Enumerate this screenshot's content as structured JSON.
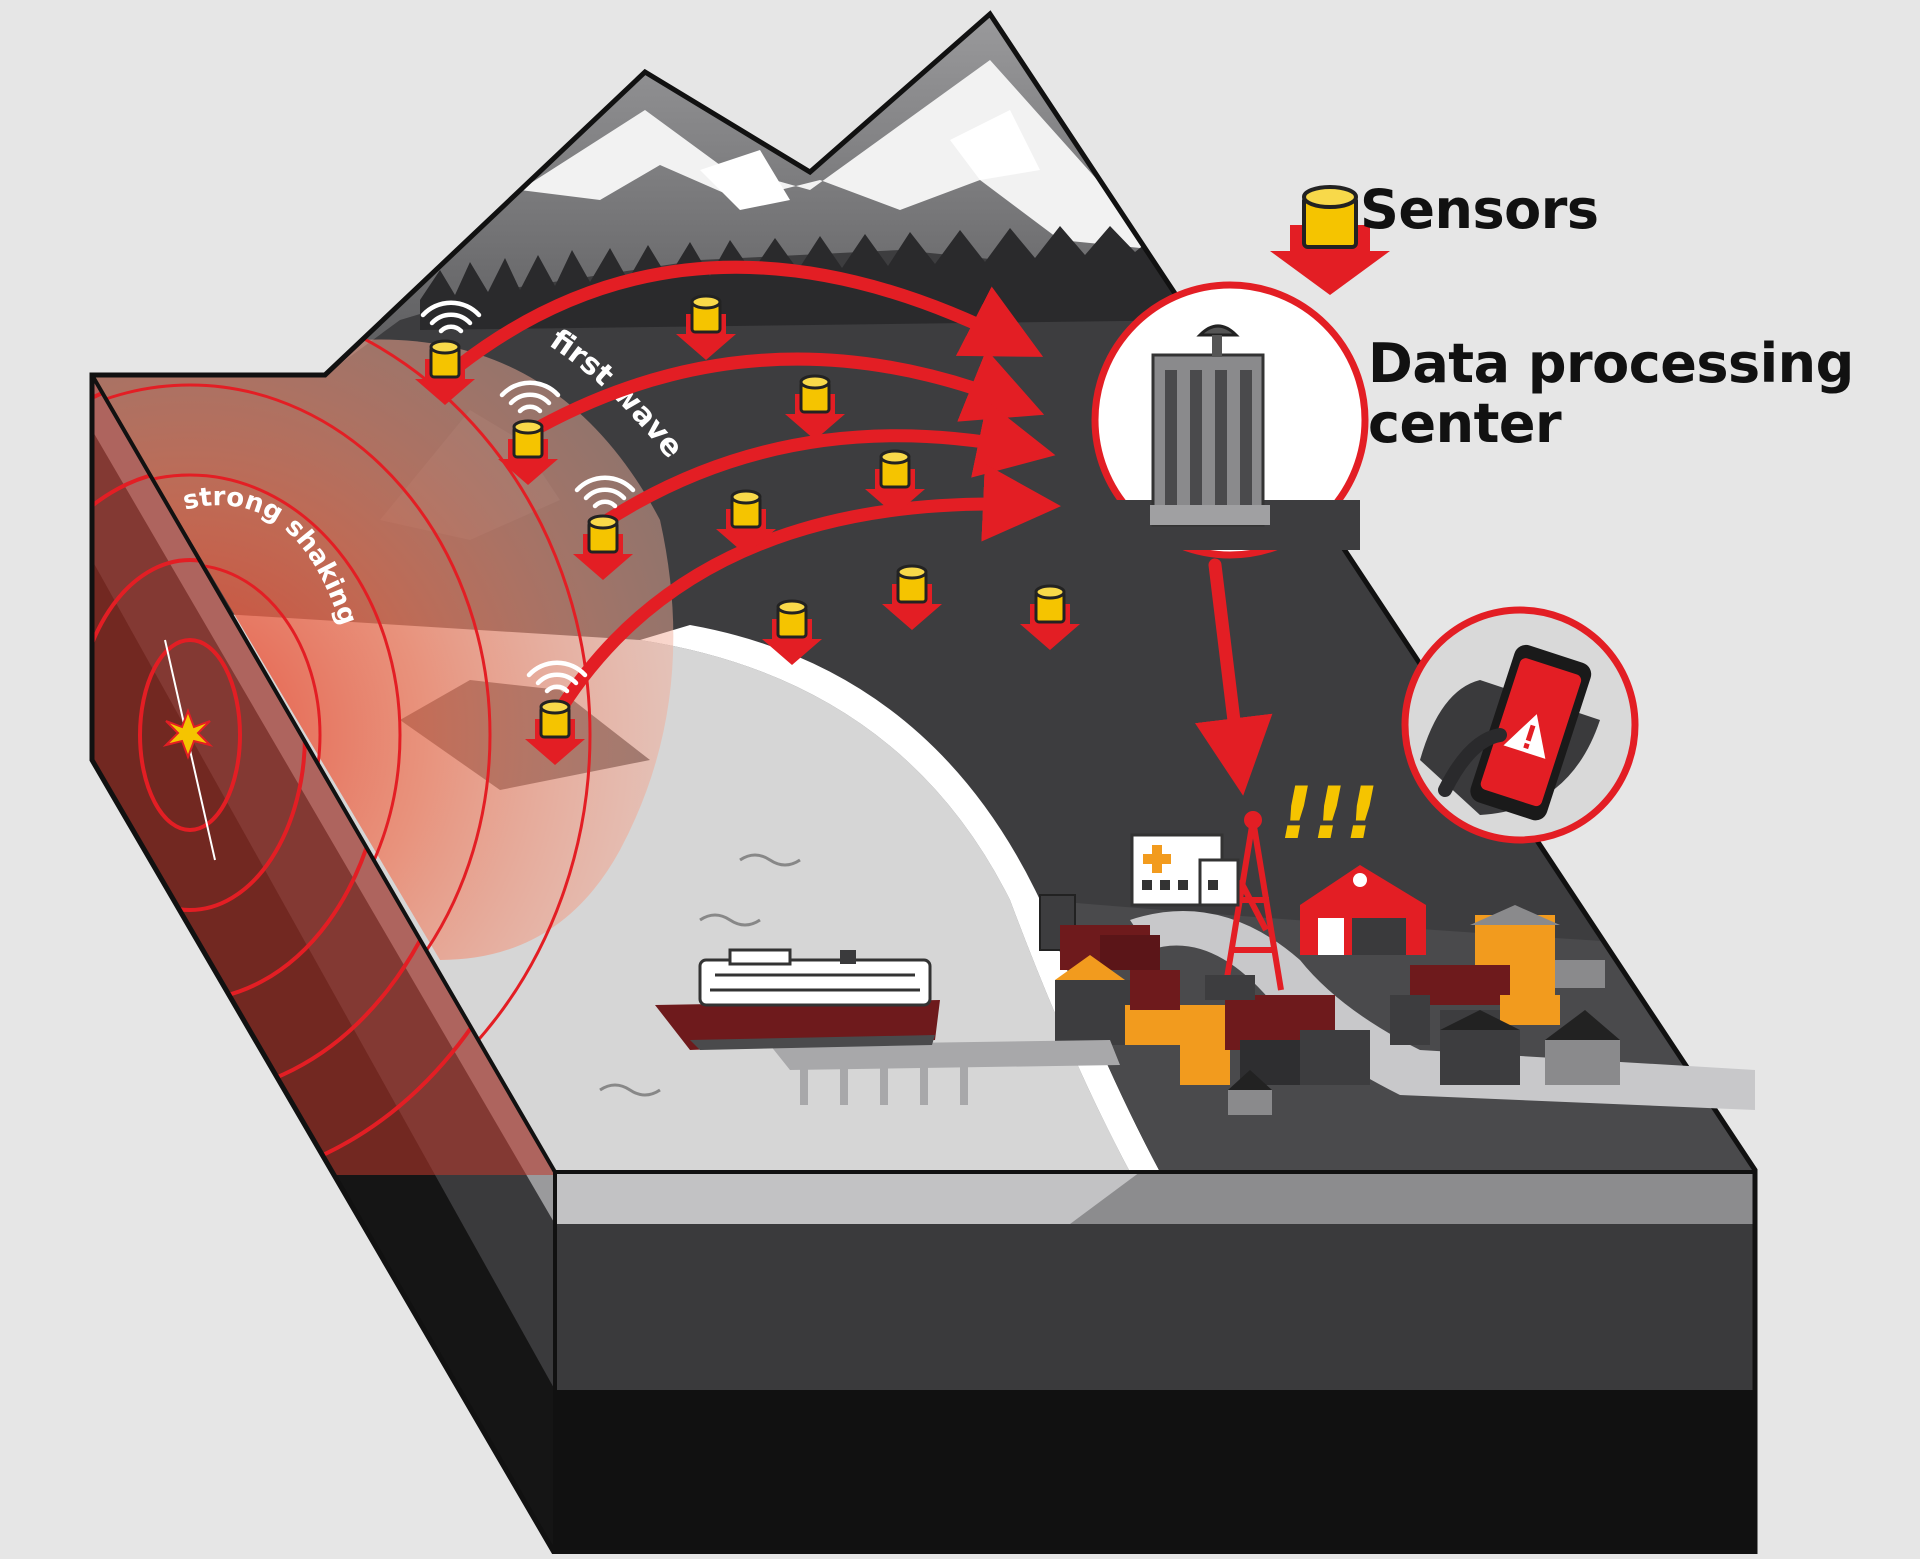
{
  "legend": {
    "sensors_label": "Sensors",
    "data_center_line1": "Data processing",
    "data_center_line2": "center"
  },
  "annotations": {
    "first_wave": "first wave",
    "strong_shaking": "strong shaking",
    "alert_marks": "!!!"
  },
  "icons": [
    "sensor-icon",
    "wifi-icon",
    "satellite-dish-icon",
    "phone-alert-icon",
    "epicenter-star-icon",
    "cell-tower-icon",
    "hospital-icon",
    "fire-station-icon",
    "ship-icon"
  ],
  "colors": {
    "accent_red": "#e31e24",
    "sensor_yellow": "#f5c400",
    "terrain_dark": "#3a3a3c",
    "water": "#d6d6d6",
    "background": "#e6e6e6"
  }
}
